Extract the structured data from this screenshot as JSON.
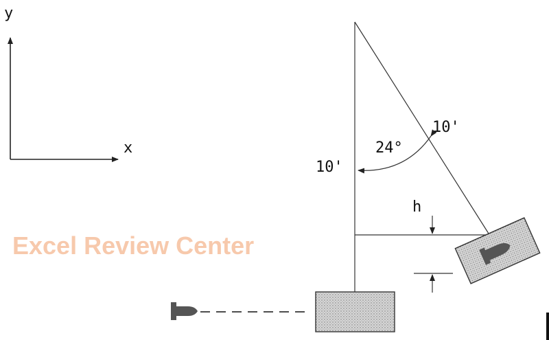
{
  "axes": {
    "x_label": "x",
    "y_label": "y"
  },
  "pendulum": {
    "string_left_label": "10'",
    "string_right_label": "10'",
    "angle_label": "24°",
    "height_label": "h"
  },
  "watermark": "Excel Review Center",
  "colors": {
    "block_fill": "#cfcfcf",
    "bullet": "#555555",
    "watermark": "#f7c9ac"
  },
  "icons": [
    "bullet-icon",
    "embedded-bullet-icon"
  ]
}
